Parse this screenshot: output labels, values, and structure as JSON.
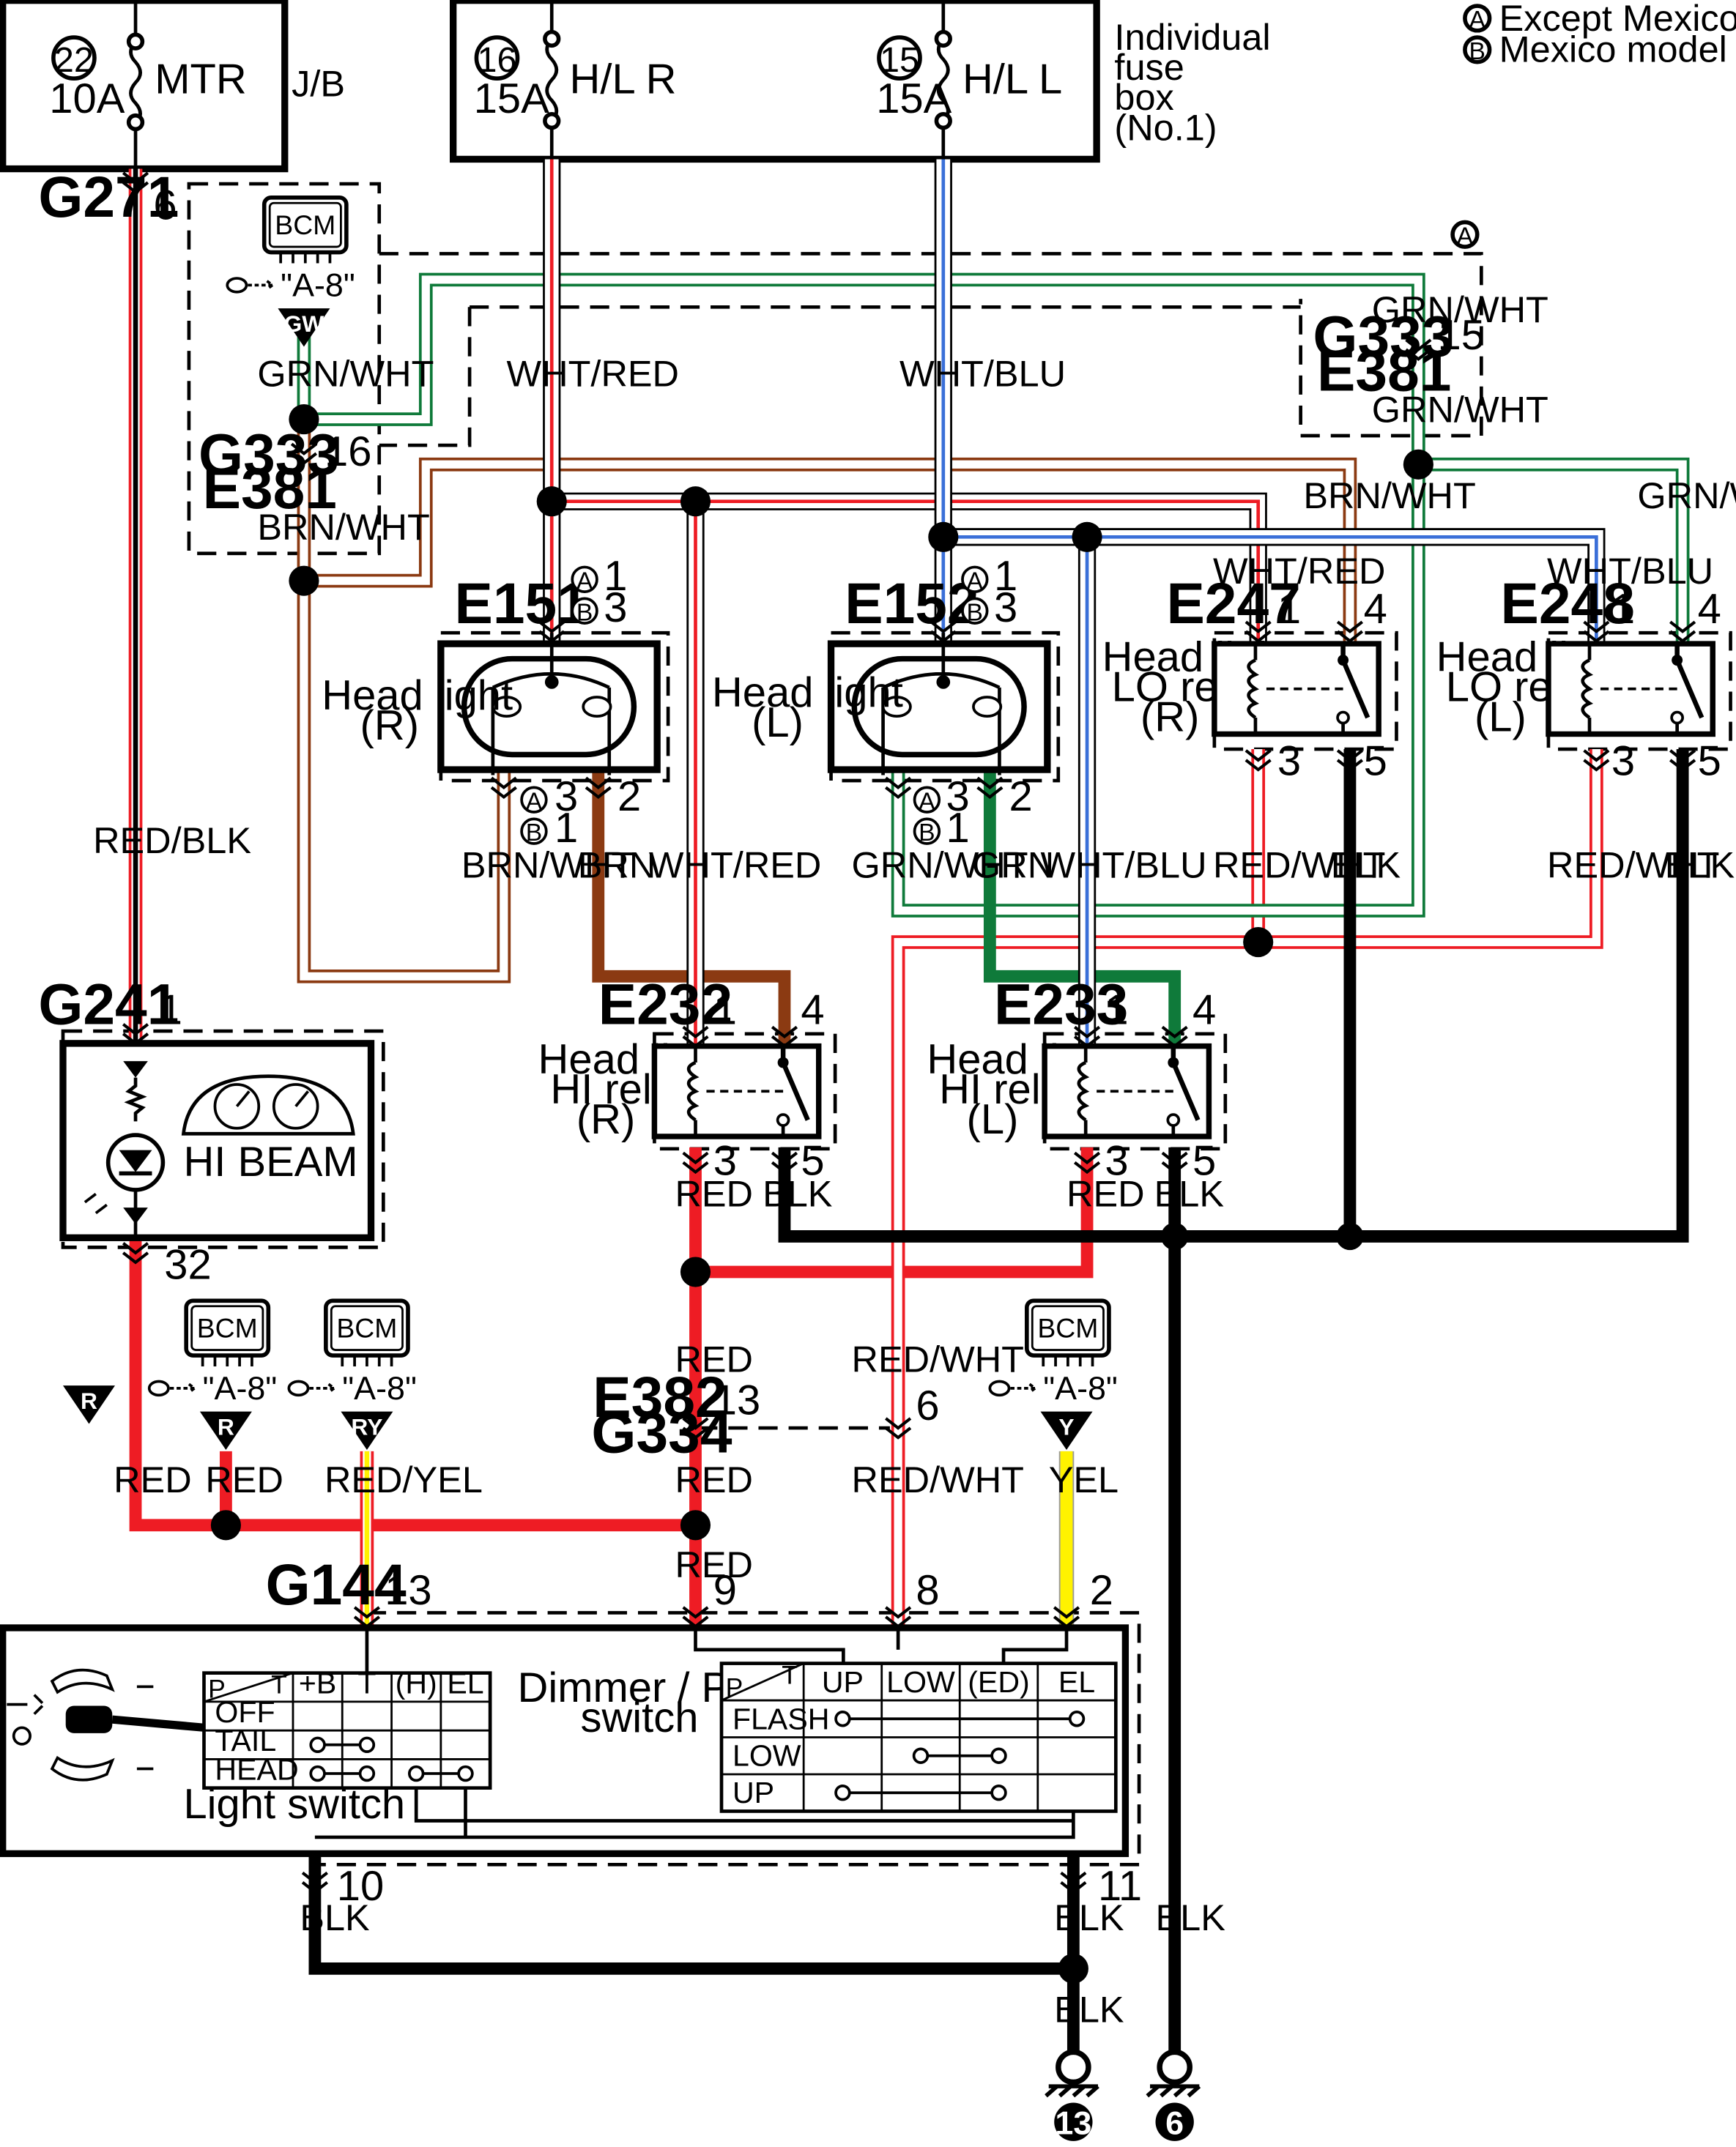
{
  "colors": {
    "RED": "#ee1c24",
    "GRN": "#0f7a3a",
    "BLU": "#3a6fd8",
    "BRN": "#8b3a12",
    "BLK": "#000000",
    "WHT": "#ffffff",
    "YEL": "#fff200"
  },
  "legend": {
    "a_mark": "A",
    "a_text": "Except Mexico model",
    "b_mark": "B",
    "b_text": "Mexico model"
  },
  "fuses": {
    "f22": {
      "num": "22",
      "amp": "10A",
      "name": "MTR"
    },
    "f16": {
      "num": "16",
      "amp": "15A",
      "name": "H/L R"
    },
    "f15": {
      "num": "15",
      "amp": "15A",
      "name": "H/L L"
    },
    "jb": "J/B",
    "box_line1": "Individual",
    "box_line2": "fuse",
    "box_line3": "box",
    "box_line4": "(No.1)"
  },
  "connectors": {
    "G271": "G271",
    "G333": "G333",
    "E381": "E381",
    "E151": "E151",
    "E152": "E152",
    "E247": "E247",
    "E248": "E248",
    "G241": "G241",
    "E232": "E232",
    "E233": "E233",
    "E382": "E382",
    "G334": "G334",
    "G144": "G144"
  },
  "pins": {
    "g271_6": "6",
    "g333_16": "16",
    "g333_15": "15",
    "e151_1": "1",
    "e151_3": "3",
    "e151_3b": "3",
    "e151_1b": "1",
    "e151_2": "2",
    "e152_1": "1",
    "e152_3": "3",
    "e152_3b": "3",
    "e152_1b": "1",
    "e152_2": "2",
    "e247_1": "1",
    "e247_4": "4",
    "e247_3": "3",
    "e247_5": "5",
    "e248_1": "1",
    "e248_4": "4",
    "e248_3": "3",
    "e248_5": "5",
    "g241_1": "1",
    "g241_32": "32",
    "e232_1": "1",
    "e232_4": "4",
    "e232_3": "3",
    "e232_5": "5",
    "e233_1": "1",
    "e233_4": "4",
    "e233_3": "3",
    "e233_5": "5",
    "e382_13": "13",
    "e382_6": "6",
    "g144_13": "13",
    "g144_9": "9",
    "g144_8": "8",
    "g144_2": "2",
    "g144_10": "10",
    "g144_11": "11"
  },
  "wires": {
    "red_blk": "RED/BLK",
    "grn_wht": "GRN/WHT",
    "brn_wht": "BRN/WHT",
    "wht_red": "WHT/RED",
    "wht_blu": "WHT/BLU",
    "brn": "BRN",
    "grn": "GRN",
    "red_wht": "RED/WHT",
    "blk": "BLK",
    "red": "RED",
    "red_yel": "RED/YEL",
    "yel": "YEL"
  },
  "components": {
    "bcm": "BCM",
    "ref": "\"A-8\"",
    "tri_gw": "GW",
    "tri_r": "R",
    "tri_ry": "RY",
    "tri_y": "Y",
    "hl_r1": "Head light",
    "hl_r2": "(R)",
    "hl_l1": "Head light",
    "hl_l2": "(L)",
    "lo_r1": "Head light",
    "lo_r2": "LO relay",
    "lo_r3": "(R)",
    "lo_l1": "Head light",
    "lo_l2": "LO relay",
    "lo_l3": "(L)",
    "hi_r1": "Head light",
    "hi_r2": "HI relay",
    "hi_r3": "(R)",
    "hi_l1": "Head light",
    "hi_l2": "HI relay",
    "hi_l3": "(L)",
    "hi_beam": "HI BEAM",
    "dimmer1": "Dimmer / Passing",
    "dimmer2": "switch",
    "light_switch": "Light switch"
  },
  "light_switch_table": {
    "corner_p": "P",
    "corner_t": "T",
    "headers": [
      "+B",
      "T",
      "(H)",
      "EL"
    ],
    "rows": [
      "OFF",
      "TAIL",
      "HEAD"
    ]
  },
  "dimmer_table": {
    "corner_p": "P",
    "corner_t": "T",
    "headers": [
      "UP",
      "LOW",
      "(ED)",
      "EL"
    ],
    "rows": [
      "FLASH",
      "LOW",
      "UP"
    ]
  },
  "grounds": {
    "g13": "13",
    "g6": "6"
  }
}
